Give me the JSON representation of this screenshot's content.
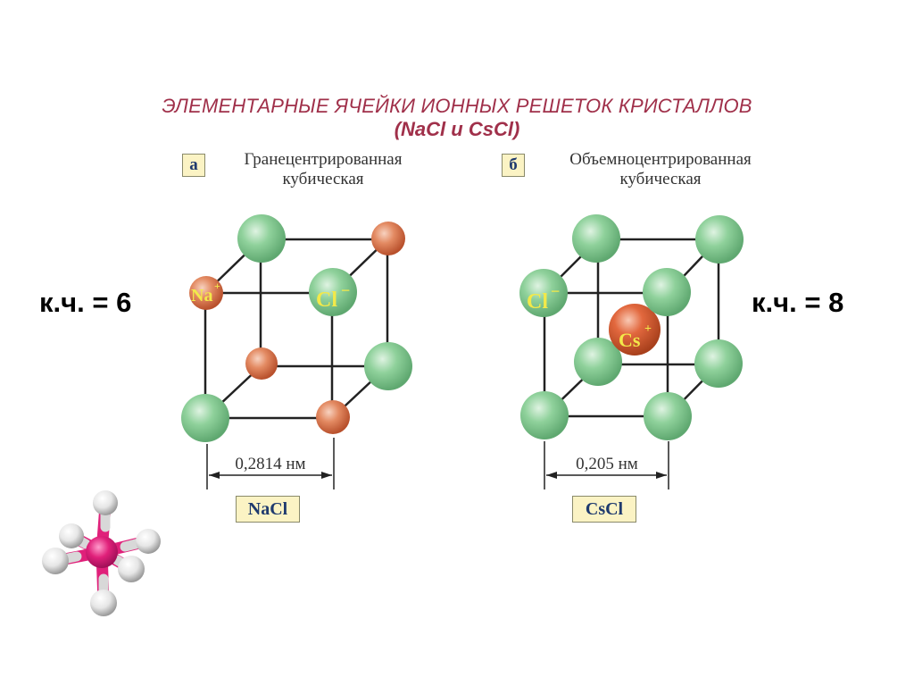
{
  "title": {
    "line1": "ЭЛЕМЕНТАРНЫЕ ЯЧЕЙКИ ИОННЫХ РЕШЕТОК КРИСТАЛЛОВ",
    "line2": "(NaCl и CsCl)"
  },
  "left": {
    "tag": "а",
    "desc_line1": "Гранецентрированная",
    "desc_line2": "кубическая",
    "na_label": "Na",
    "na_charge": "+",
    "cl_label": "Cl",
    "cl_charge": "−",
    "dimension": "0,2814 нм",
    "formula": "NaCl",
    "coordination": "к.ч. = 6"
  },
  "right": {
    "tag": "б",
    "desc_line1": "Объемноцентрированная",
    "desc_line2": "кубическая",
    "cl_label": "Cl",
    "cl_charge": "−",
    "cs_label": "Cs",
    "cs_charge": "+",
    "dimension": "0,205 нм",
    "formula": "CsCl",
    "coordination": "к.ч. = 8"
  },
  "colors": {
    "title": "#a0304a",
    "green_atom": "#7cc48a",
    "orange_atom": "#d9704a",
    "cs_atom": "#d45a30",
    "atom_label": "#f2e94a",
    "tag_bg": "#fbf3c4",
    "tag_text": "#1f3a6e",
    "molecule_center": "#e0207a",
    "molecule_ligand": "#e6e6e6"
  }
}
